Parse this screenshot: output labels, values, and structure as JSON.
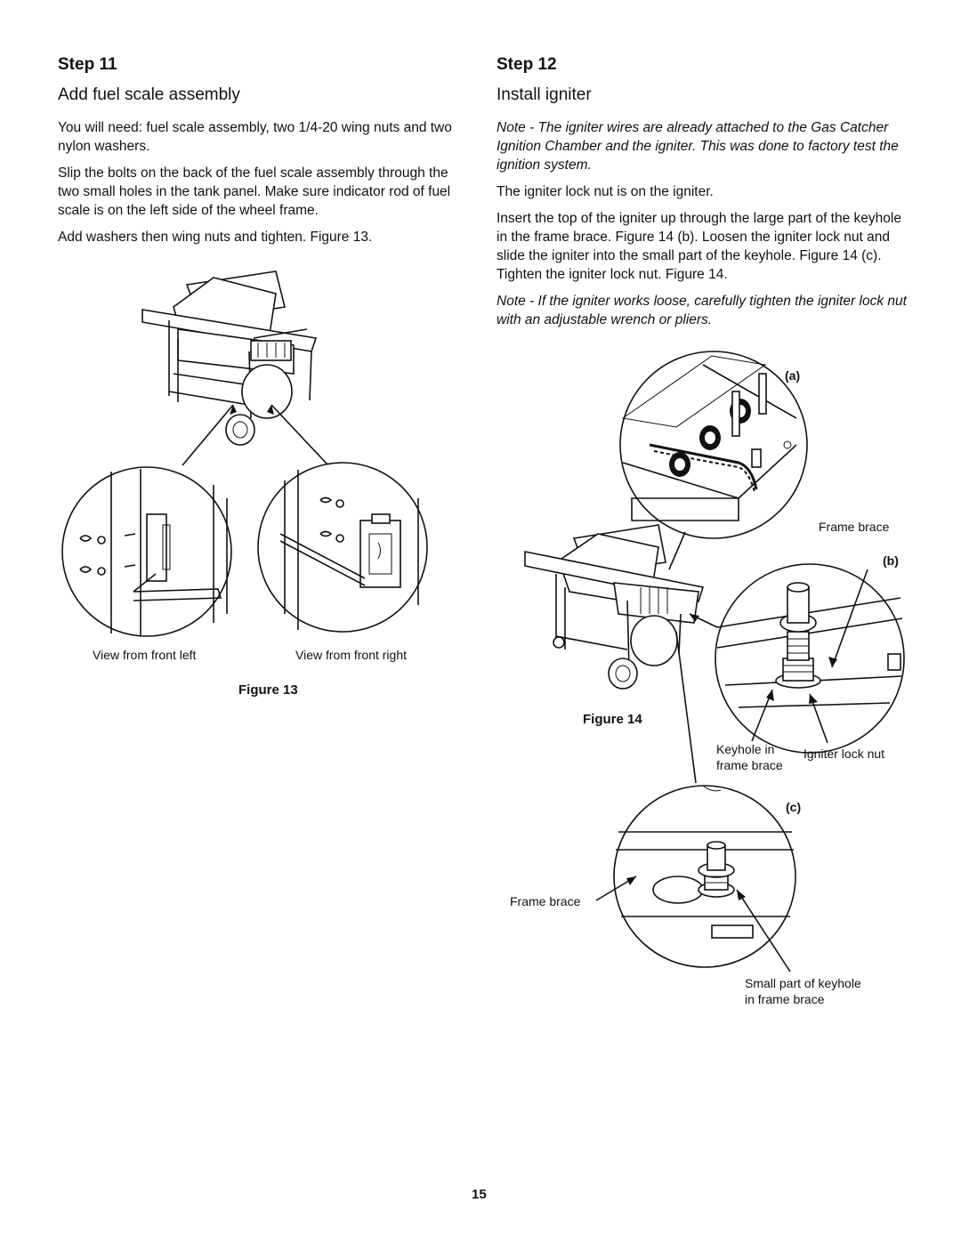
{
  "step11": {
    "heading": "Step 11",
    "subheading": "Add fuel scale assembly",
    "paragraphs": [
      "You will need: fuel scale assembly, two 1/4-20 wing nuts and two nylon washers.",
      "Slip the bolts on the back of the fuel scale assembly through the two small holes in the tank panel. Make sure indicator rod of fuel scale is on the left side of the wheel frame.",
      "Add washers then wing nuts and tighten. Figure 13."
    ],
    "figure": {
      "caption": "Figure 13",
      "label_left": "View from front left",
      "label_right": "View from front right"
    }
  },
  "step12": {
    "heading": "Step 12",
    "subheading": "Install igniter",
    "note1": "Note - The igniter wires are already attached to the Gas Catcher Ignition Chamber and the igniter. This was done to factory test the ignition system.",
    "paragraphs": [
      "The igniter lock nut is on the igniter.",
      "Insert the top of the igniter up through the large part of the keyhole in the frame brace. Figure 14 (b). Loosen the igniter lock nut and slide the igniter into the small part of the keyhole. Figure 14 (c). Tighten the igniter lock nut. Figure 14."
    ],
    "note2": "Note - If the igniter works loose, carefully tighten the igniter lock nut with an adjustable wrench or pliers.",
    "figure": {
      "caption": "Figure 14",
      "detail_a": "a",
      "detail_b": "b",
      "detail_c": "c",
      "frame_brace_b": "Frame brace",
      "keyhole_line1": "Keyhole in",
      "keyhole_line2": "frame brace",
      "igniter_lock_nut": "Igniter lock nut",
      "frame_brace_c": "Frame brace",
      "small_part_line1": "Small part of keyhole",
      "small_part_line2": "in frame brace"
    }
  },
  "page_number": "15"
}
